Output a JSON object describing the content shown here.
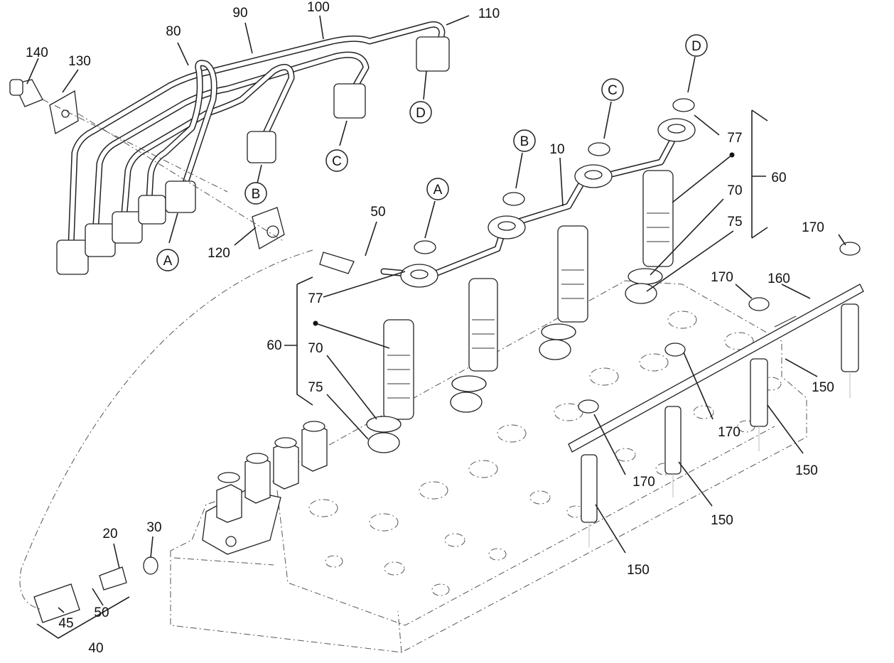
{
  "callouts": [
    {
      "id": "c80",
      "text": "80"
    },
    {
      "id": "c90",
      "text": "90"
    },
    {
      "id": "c100",
      "text": "100"
    },
    {
      "id": "c110",
      "text": "110"
    },
    {
      "id": "c140",
      "text": "140"
    },
    {
      "id": "c130",
      "text": "130"
    },
    {
      "id": "c120",
      "text": "120"
    },
    {
      "id": "c50a",
      "text": "50"
    },
    {
      "id": "c10",
      "text": "10"
    },
    {
      "id": "c77a",
      "text": "77"
    },
    {
      "id": "c77b",
      "text": "77"
    },
    {
      "id": "c60a",
      "text": "60"
    },
    {
      "id": "c60b",
      "text": "60"
    },
    {
      "id": "c70a",
      "text": "70"
    },
    {
      "id": "c70b",
      "text": "70"
    },
    {
      "id": "c75a",
      "text": "75"
    },
    {
      "id": "c75b",
      "text": "75"
    },
    {
      "id": "c170a",
      "text": "170"
    },
    {
      "id": "c170b",
      "text": "170"
    },
    {
      "id": "c170c",
      "text": "170"
    },
    {
      "id": "c170d",
      "text": "170"
    },
    {
      "id": "c160",
      "text": "160"
    },
    {
      "id": "c150a",
      "text": "150"
    },
    {
      "id": "c150b",
      "text": "150"
    },
    {
      "id": "c150c",
      "text": "150"
    },
    {
      "id": "c150d",
      "text": "150"
    },
    {
      "id": "c20",
      "text": "20"
    },
    {
      "id": "c30",
      "text": "30"
    },
    {
      "id": "c50b",
      "text": "50"
    },
    {
      "id": "c45",
      "text": "45"
    },
    {
      "id": "c40",
      "text": "40"
    }
  ],
  "connectors": [
    {
      "id": "A1",
      "letter": "A"
    },
    {
      "id": "A2",
      "letter": "A"
    },
    {
      "id": "B1",
      "letter": "B"
    },
    {
      "id": "B2",
      "letter": "B"
    },
    {
      "id": "C1",
      "letter": "C"
    },
    {
      "id": "C2",
      "letter": "C"
    },
    {
      "id": "D1",
      "letter": "D"
    },
    {
      "id": "D2",
      "letter": "D"
    }
  ]
}
